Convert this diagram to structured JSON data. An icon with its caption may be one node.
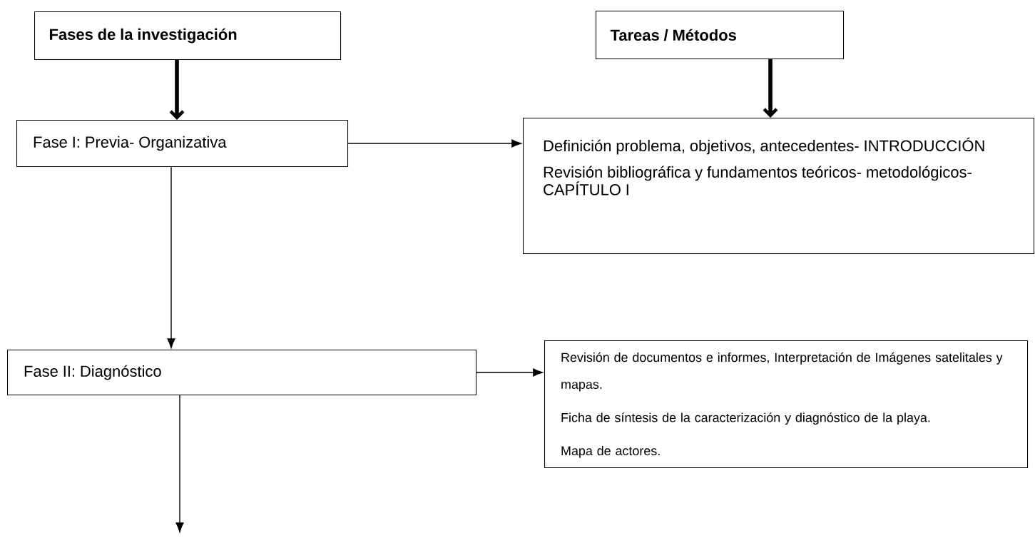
{
  "diagram": {
    "nodes": [
      {
        "text": [
          "Fases de la investigación"
        ]
      },
      {
        "text": [
          "Tareas / Métodos"
        ]
      },
      {
        "text": [
          "Fase I: Previa- Organizativa"
        ]
      },
      {
        "text": [
          "Definición problema, objetivos, antecedentes- INTRODUCCIÓN",
          "Revisión bibliográfica y fundamentos teóricos- metodológicos- CAPÍTULO I"
        ]
      },
      {
        "text": [
          "Fase II: Diagnóstico"
        ]
      },
      {
        "text": [
          "Revisión de documentos e informes, Interpretación de Imágenes satelitales y mapas.",
          "Ficha de síntesis de la caracterización y diagnóstico de la playa.",
          "Mapa de actores."
        ]
      }
    ],
    "edges": [
      {
        "from": 0,
        "to": 2,
        "arrow": "to",
        "style": "thick"
      },
      {
        "from": 1,
        "to": 3,
        "arrow": "to",
        "style": "thick"
      },
      {
        "from": 2,
        "to": 3,
        "arrow": "to"
      },
      {
        "from": 2,
        "to": 4,
        "arrow": "to"
      },
      {
        "from": 4,
        "to": 5,
        "arrow": "to"
      },
      {
        "from": 4,
        "to": null,
        "arrow": "to"
      }
    ]
  }
}
